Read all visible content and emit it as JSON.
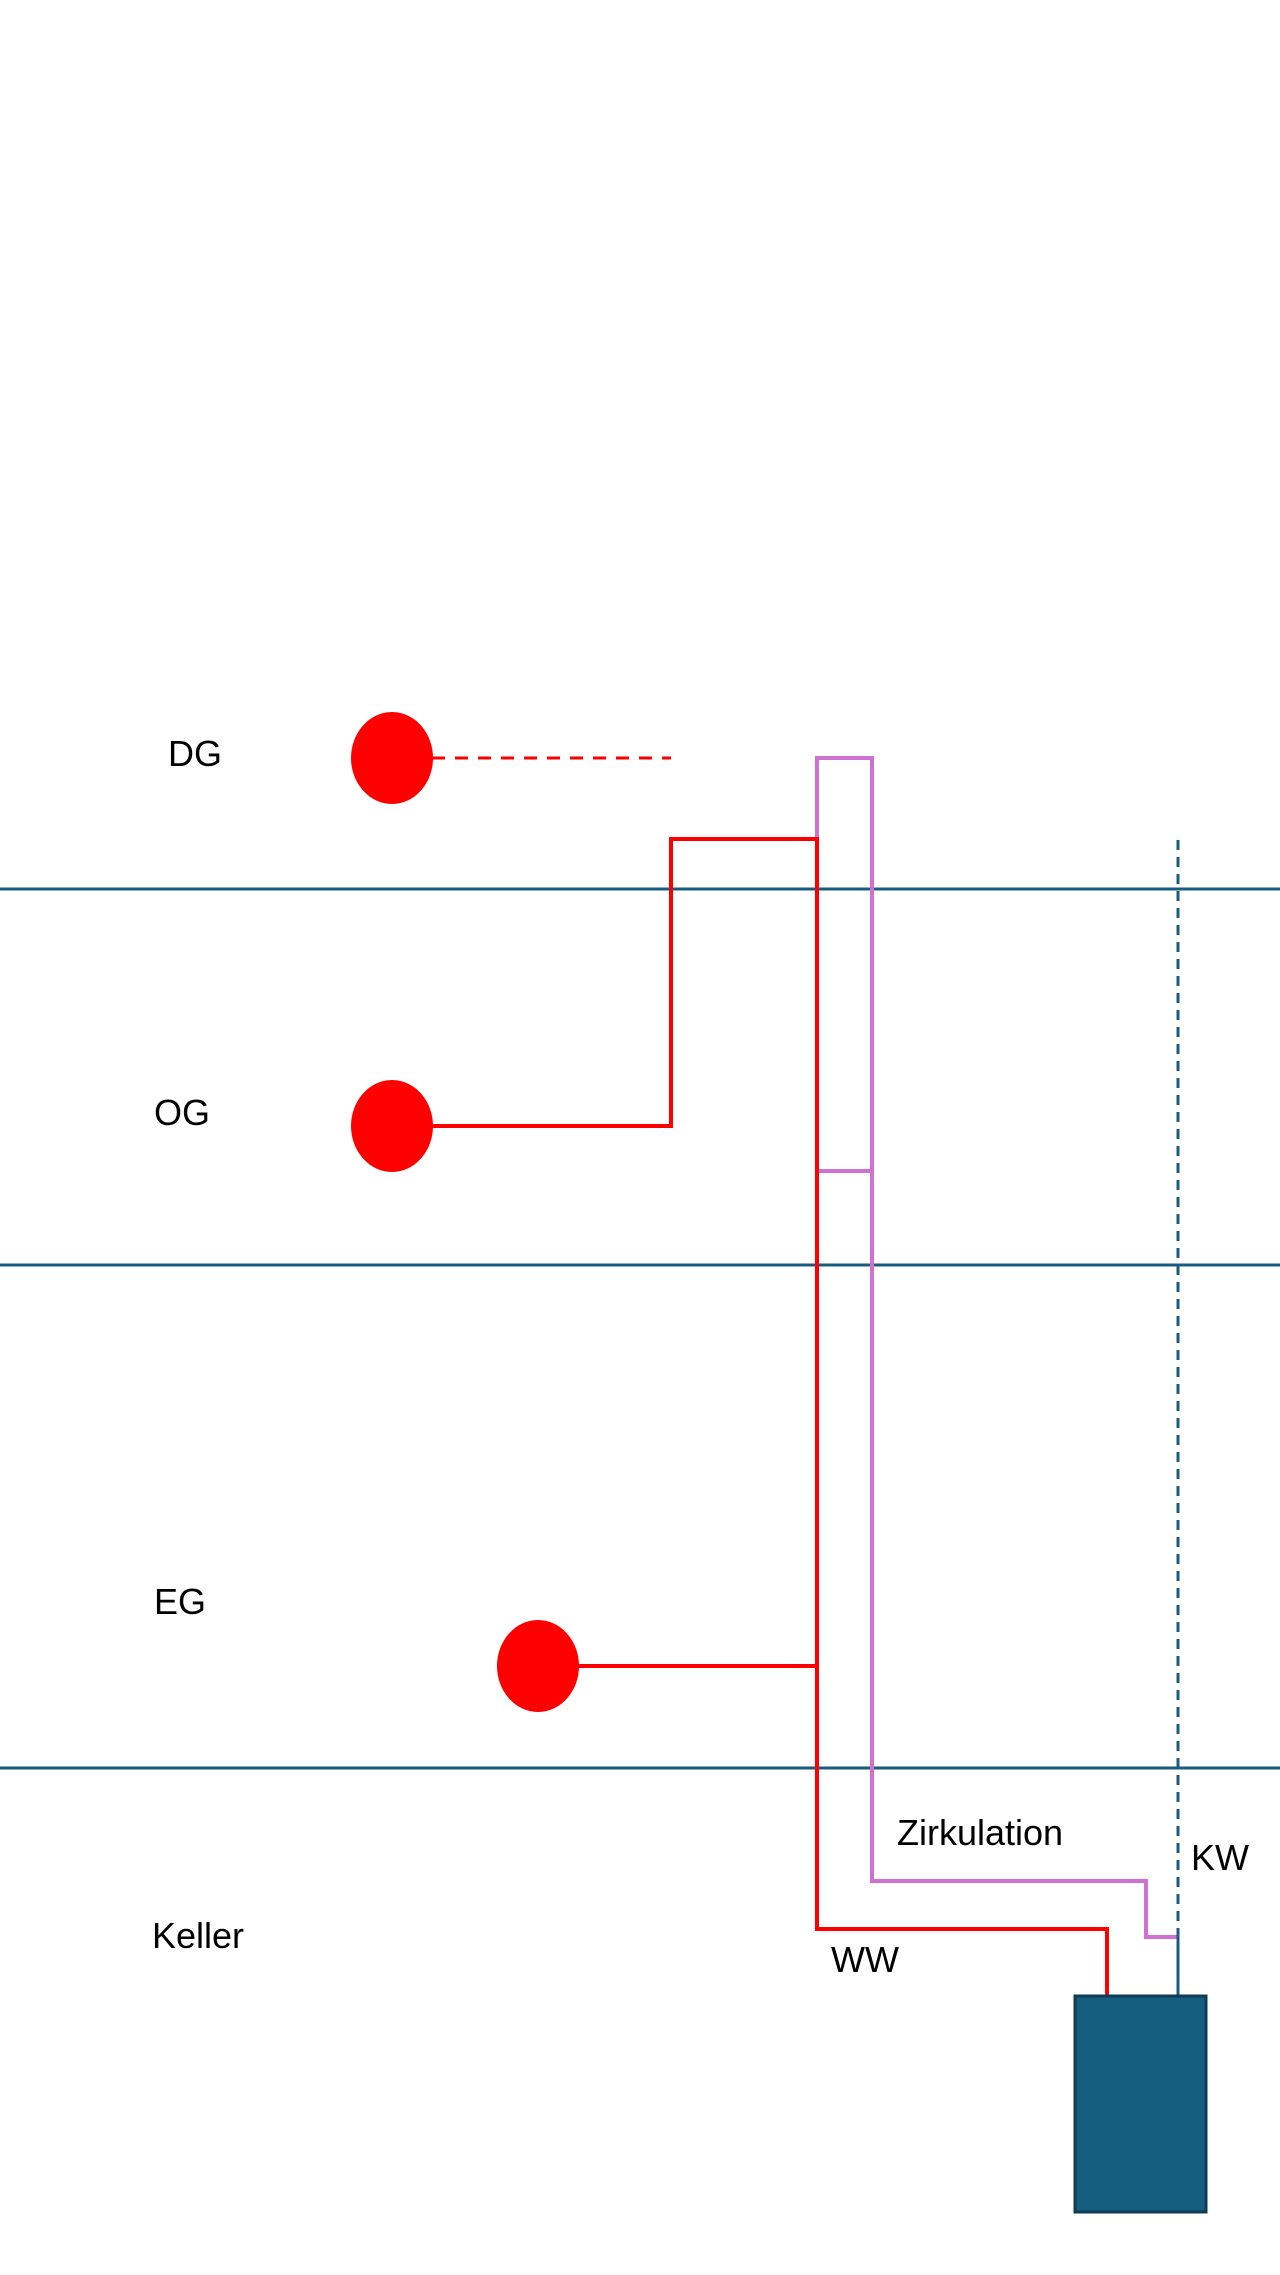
{
  "floors": {
    "dg": "DG",
    "og": "OG",
    "eg": "EG",
    "keller": "Keller"
  },
  "pipes": {
    "circulation": "Zirkulation",
    "cold_water": "KW",
    "warm_water": "WW"
  },
  "colors": {
    "warm_water": "#ff0000",
    "circulation": "#d070d0",
    "cold_water": "#1a5c80",
    "floor_line": "#1a5c80",
    "tank": "#155e80",
    "tank_border": "#0e3d57"
  }
}
